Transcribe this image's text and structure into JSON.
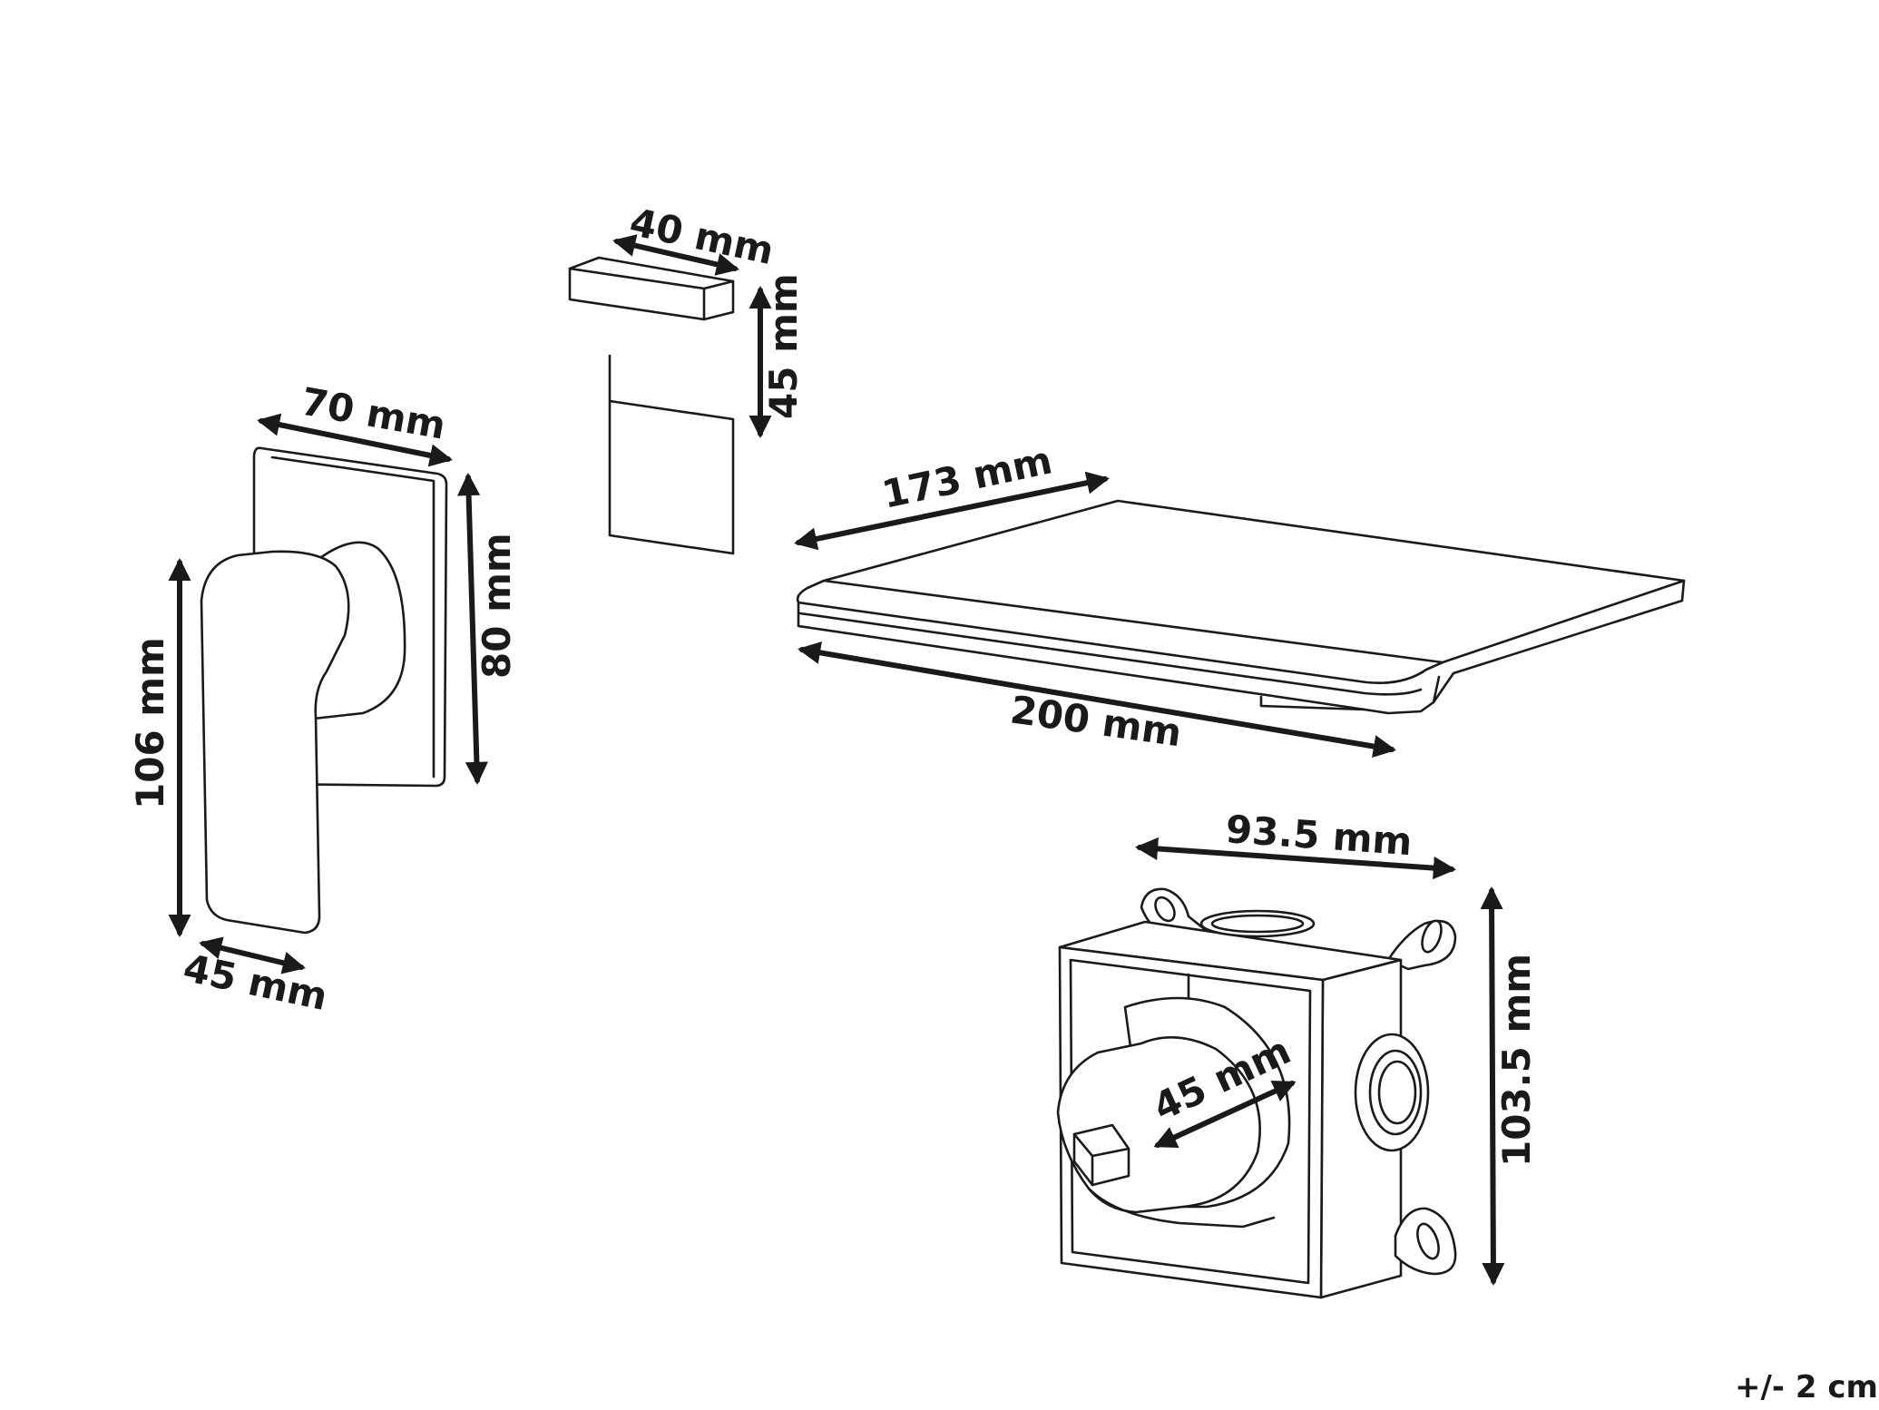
{
  "dimensions": {
    "small_spout_width": "40 mm",
    "small_spout_height": "45 mm",
    "handle_plate_width": "70 mm",
    "handle_plate_height": "80 mm",
    "handle_height": "106 mm",
    "handle_depth": "45 mm",
    "waterfall_depth": "173 mm",
    "waterfall_width": "200 mm",
    "box_width": "93.5 mm",
    "box_height": "103.5 mm",
    "box_knob_depth": "45 mm"
  },
  "tolerance": "+/- 2 cm"
}
